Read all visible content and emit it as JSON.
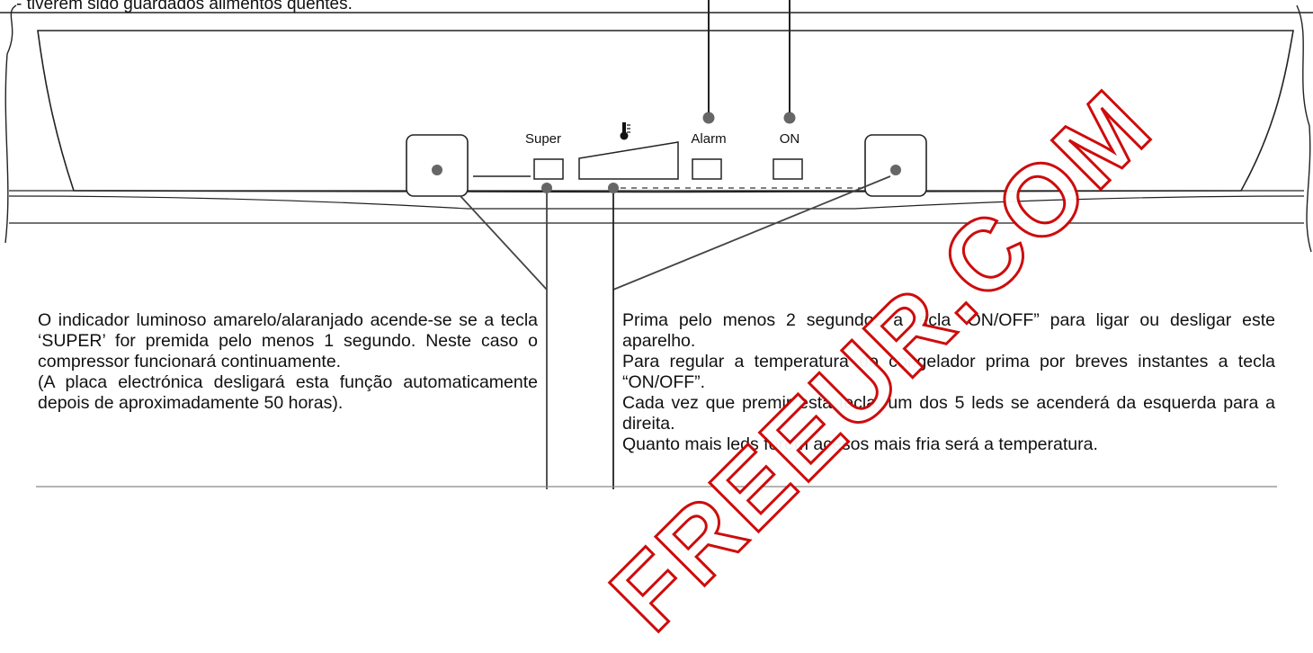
{
  "top_text": "- tiverem sido guardados alimentos quentes.",
  "panel": {
    "labels": {
      "super": "Super",
      "alarm": "Alarm",
      "on": "ON"
    },
    "icons": [
      "thermometer-icon"
    ]
  },
  "left_text": {
    "p1": "O indicador luminoso amarelo/alaranjado acende-se se a tecla ‘SUPER’ for premida pelo menos 1 segundo. Neste caso o compressor funcionará continuamente.",
    "p2": "(A placa electrónica desligará esta função automaticamente depois de aproximadamente 50 horas)."
  },
  "right_text": {
    "p1": "Prima pelo menos 2 segundos a tecla “ON/OFF” para ligar ou desligar este aparelho.",
    "p2": "Para regular a temperatura do congelador prima por breves instantes a tecla “ON/OFF”.",
    "p3": "Cada vez que premir esta tecla, um dos 5 leds se acenderá da esquerda para a direita.",
    "p4": "Quanto mais leds forem acesos mais fria será a temperatura."
  },
  "watermark": "FREEUR.COM",
  "colors": {
    "line": "#222222",
    "dot": "#666666",
    "watermark": "#cc0000"
  }
}
